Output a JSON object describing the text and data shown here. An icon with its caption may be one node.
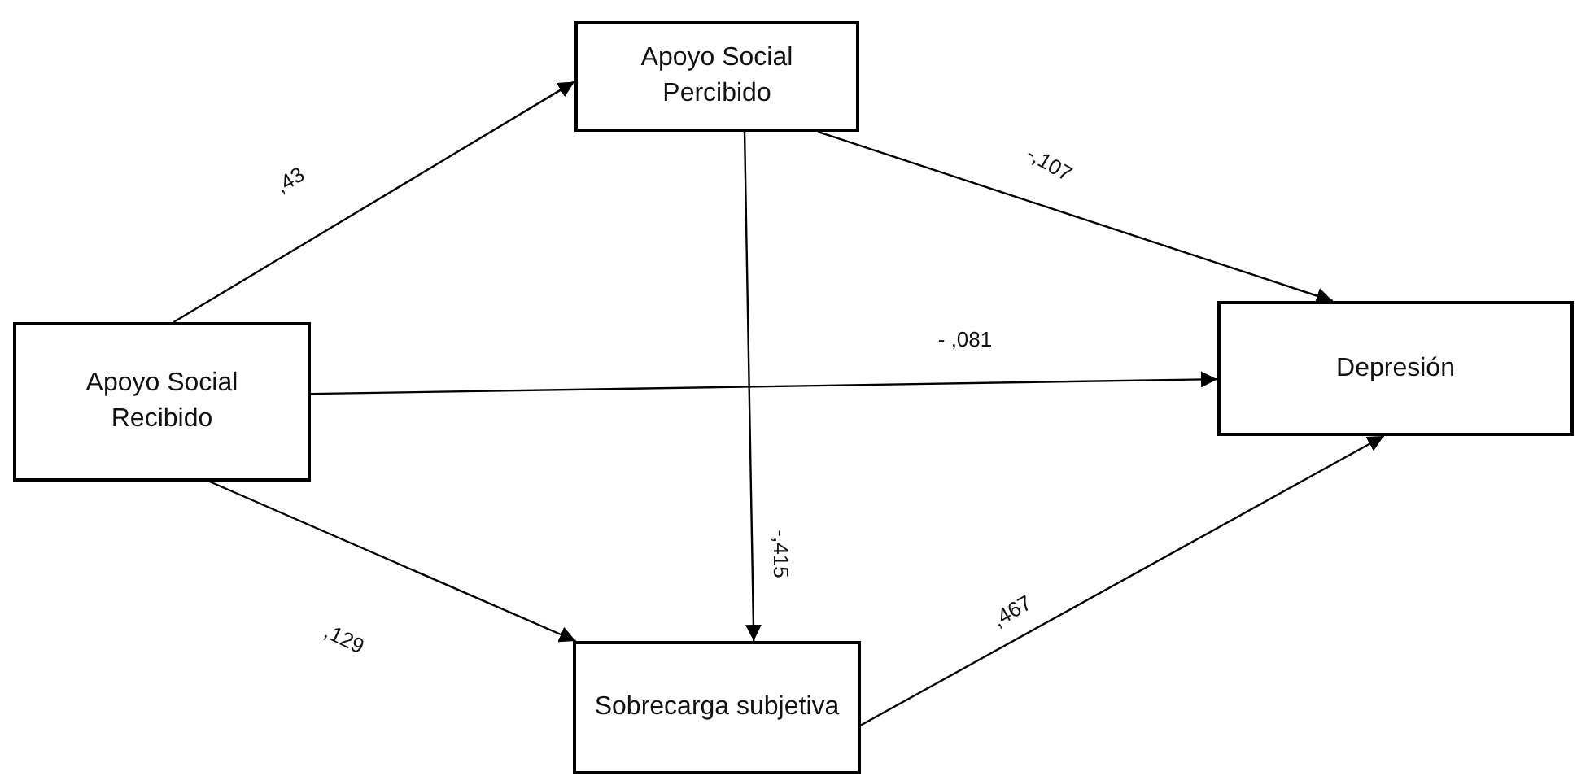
{
  "diagram": {
    "nodes": [
      {
        "text": [
          "Apoyo Social Recibido"
        ]
      },
      {
        "text": [
          "Apoyo Social Percibido"
        ]
      },
      {
        "text": [
          "Depresión"
        ]
      },
      {
        "text": [
          "Sobrecarga subjetiva"
        ]
      }
    ],
    "edges": [
      {
        "from": 0,
        "to": 1,
        "arrow": "to",
        "label": ",43"
      },
      {
        "from": 1,
        "to": 2,
        "arrow": "to",
        "label": "-,107"
      },
      {
        "from": 0,
        "to": 2,
        "arrow": "to",
        "label": "- ,081"
      },
      {
        "from": 1,
        "to": 3,
        "arrow": "to",
        "label": "-,415"
      },
      {
        "from": 0,
        "to": 3,
        "arrow": "to",
        "label": ",129"
      },
      {
        "from": 3,
        "to": 2,
        "arrow": "to",
        "label": ",467"
      }
    ]
  }
}
